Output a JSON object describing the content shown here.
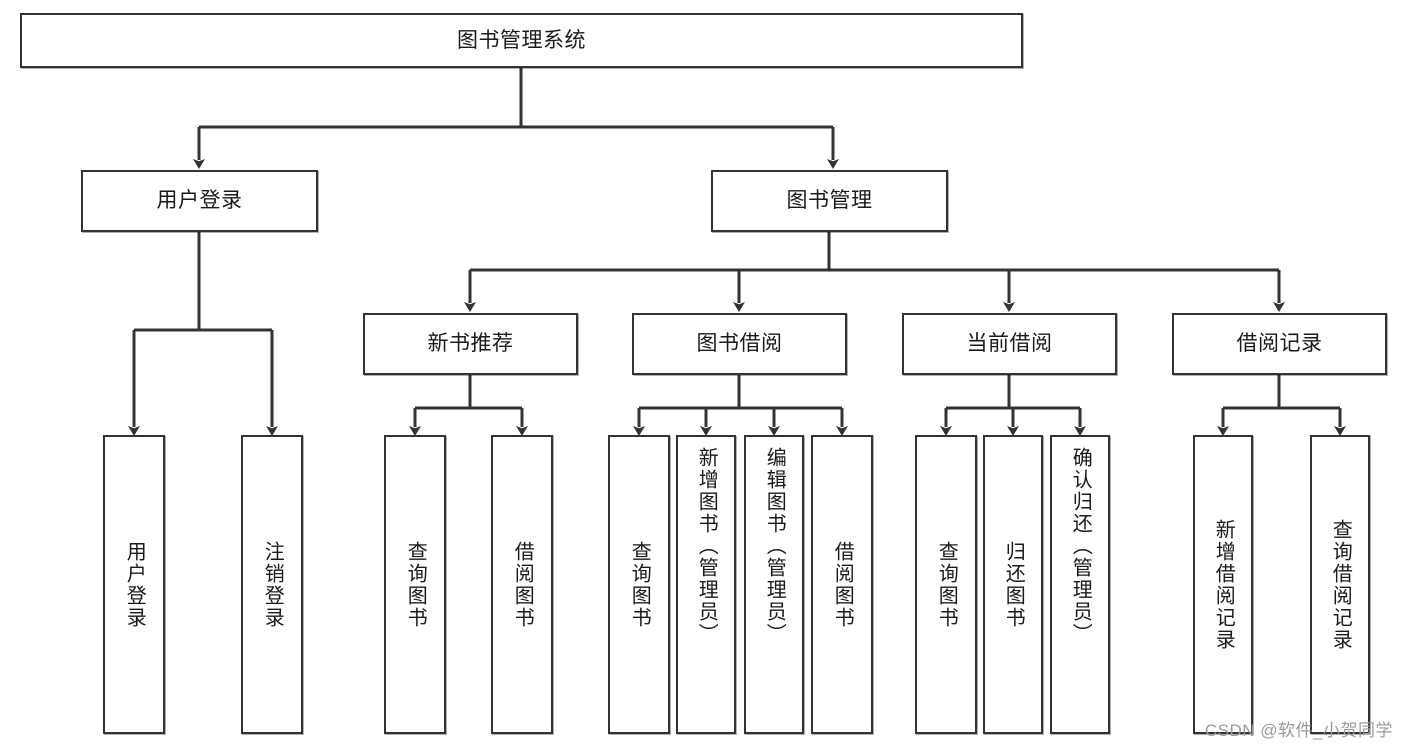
{
  "diagram": {
    "title": "图书管理系统",
    "type": "tree",
    "watermark": "CSDN @软件_小贺同学",
    "stroke_color": "#333333",
    "fill_color": "#ffffff",
    "text_color": "#1a1a1a",
    "watermark_color": "#9a9a9a",
    "root": {
      "id": "root",
      "label": "图书管理系统",
      "orientation": "horizontal"
    },
    "level2": [
      {
        "id": "user-login",
        "label": "用户登录",
        "orientation": "horizontal"
      },
      {
        "id": "book-manage",
        "label": "图书管理",
        "orientation": "horizontal"
      }
    ],
    "level3": [
      {
        "id": "new-book-rec",
        "label": "新书推荐",
        "orientation": "horizontal",
        "parent": "book-manage"
      },
      {
        "id": "book-borrow",
        "label": "图书借阅",
        "orientation": "horizontal",
        "parent": "book-manage"
      },
      {
        "id": "current-borrow",
        "label": "当前借阅",
        "orientation": "horizontal",
        "parent": "book-manage"
      },
      {
        "id": "borrow-record",
        "label": "借阅记录",
        "orientation": "horizontal",
        "parent": "book-manage"
      }
    ],
    "leaves": [
      {
        "id": "leaf-user-login",
        "label": "用户登录",
        "orientation": "vertical",
        "parent": "user-login"
      },
      {
        "id": "leaf-logout",
        "label": "注销登录",
        "orientation": "vertical",
        "parent": "user-login"
      },
      {
        "id": "leaf-query-book-1",
        "label": "查询图书",
        "orientation": "vertical",
        "parent": "new-book-rec"
      },
      {
        "id": "leaf-borrow-book-1",
        "label": "借阅图书",
        "orientation": "vertical",
        "parent": "new-book-rec"
      },
      {
        "id": "leaf-query-book-2",
        "label": "查询图书",
        "orientation": "vertical",
        "parent": "book-borrow"
      },
      {
        "id": "leaf-add-book",
        "label": "新增图书（管理员）",
        "orientation": "vertical",
        "parent": "book-borrow"
      },
      {
        "id": "leaf-edit-book",
        "label": "编辑图书（管理员）",
        "orientation": "vertical",
        "parent": "book-borrow"
      },
      {
        "id": "leaf-borrow-book-2",
        "label": "借阅图书",
        "orientation": "vertical",
        "parent": "book-borrow"
      },
      {
        "id": "leaf-query-book-3",
        "label": "查询图书",
        "orientation": "vertical",
        "parent": "current-borrow"
      },
      {
        "id": "leaf-return-book",
        "label": "归还图书",
        "orientation": "vertical",
        "parent": "current-borrow"
      },
      {
        "id": "leaf-confirm-return",
        "label": "确认归还（管理员）",
        "orientation": "vertical",
        "parent": "current-borrow"
      },
      {
        "id": "leaf-add-record",
        "label": "新增借阅记录",
        "orientation": "vertical",
        "parent": "borrow-record"
      },
      {
        "id": "leaf-query-record",
        "label": "查询借阅记录",
        "orientation": "vertical",
        "parent": "borrow-record"
      }
    ]
  }
}
